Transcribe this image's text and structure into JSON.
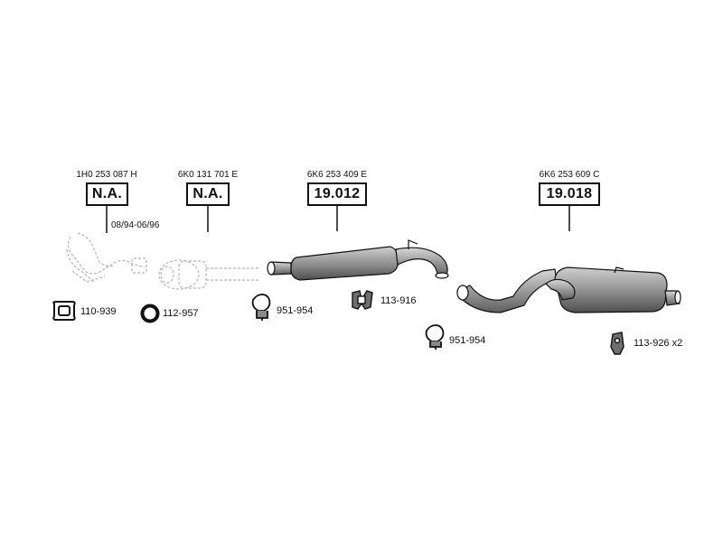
{
  "callouts": [
    {
      "part_number": "1H0 253 087 H",
      "code": "N.A."
    },
    {
      "part_number": "6K0 131 701 E",
      "code": "N.A."
    },
    {
      "part_number": "6K6 253 409 E",
      "code": "19.012"
    },
    {
      "part_number": "6K6 253 609 C",
      "code": "19.018"
    }
  ],
  "date_range": "08/94-06/96",
  "accessories": [
    {
      "label": "110-939",
      "icon": "flange-gasket-icon"
    },
    {
      "label": "112-957",
      "icon": "sealing-ring-icon"
    },
    {
      "label": "951-954",
      "icon": "pipe-clamp-icon"
    },
    {
      "label": "113-916",
      "icon": "rubber-hanger-icon"
    },
    {
      "label": "951-954",
      "icon": "pipe-clamp-icon"
    },
    {
      "label": "113-926 x2",
      "icon": "mounting-rubber-icon"
    }
  ],
  "colors": {
    "line": "#111111",
    "part_fill": "#8a8a8a",
    "ghost": "#b5b5b5"
  }
}
